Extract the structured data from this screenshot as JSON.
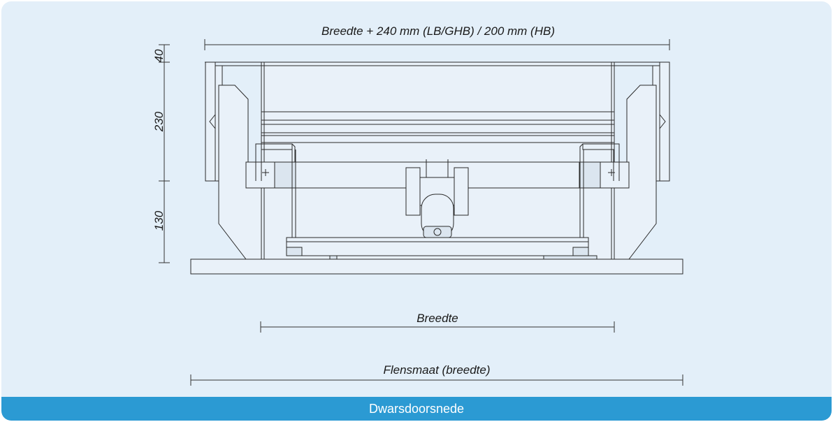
{
  "diagram": {
    "dimensions": {
      "top_width": "Breedte + 240 mm (LB/GHB) / 200 mm (HB)",
      "inner_width": "Breedte",
      "flange_width": "Flensmaat (breedte)",
      "height_top": "40",
      "height_mid": "230",
      "height_bottom": "130"
    },
    "caption": "Dwarsdoorsnede",
    "colors": {
      "background": "#e3eff9",
      "footer": "#2b9ad3",
      "line": "#2a2a2a"
    }
  }
}
